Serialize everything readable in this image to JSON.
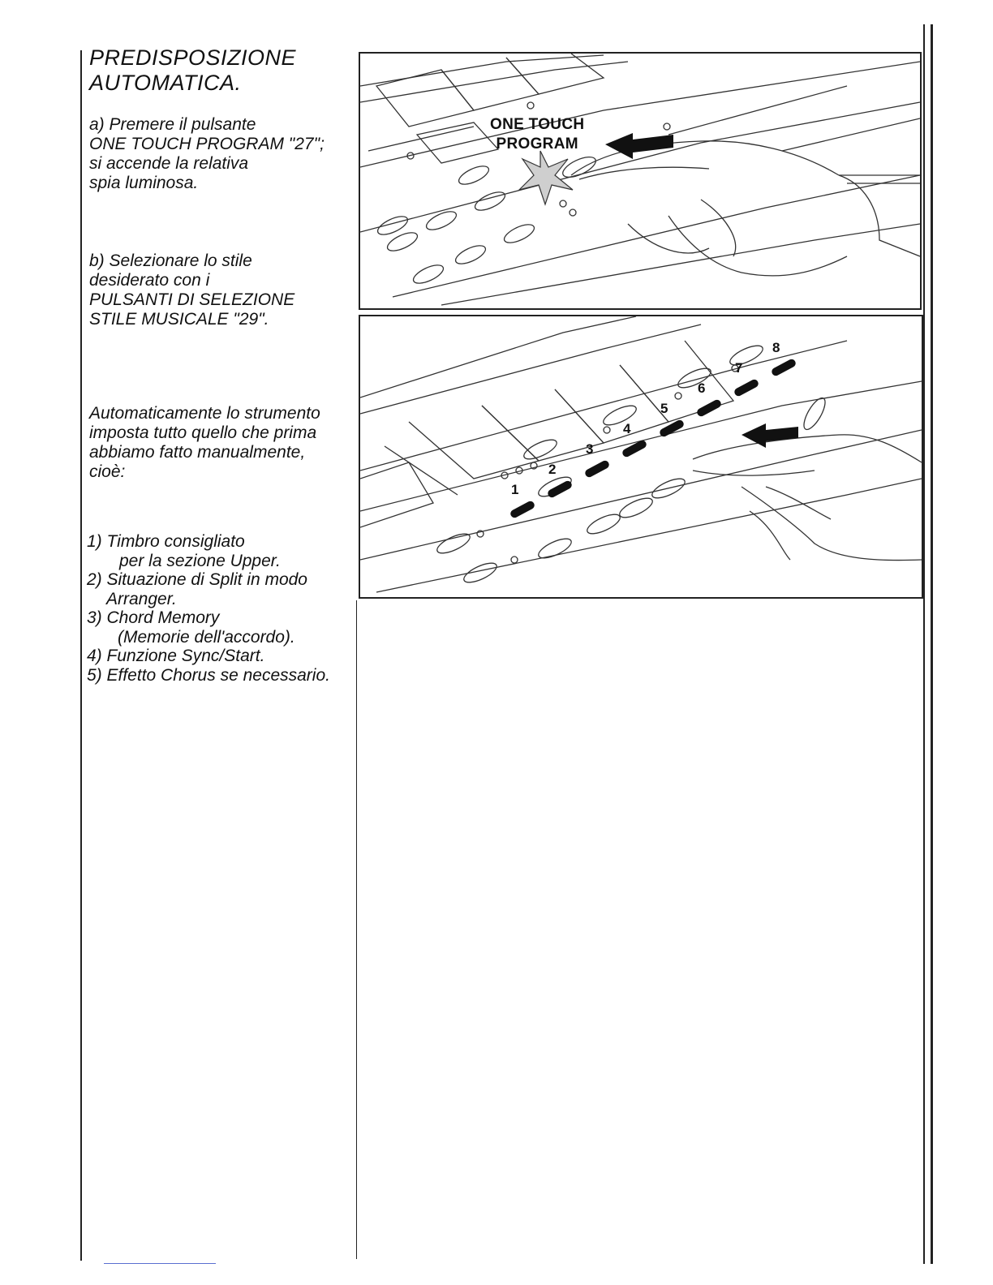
{
  "section": {
    "title_line1": "PREDISPOSIZIONE",
    "title_line2": "AUTOMATICA."
  },
  "step_a": {
    "line1": "a) Premere il pulsante",
    "line2": "ONE TOUCH PROGRAM \"27\";",
    "line3": "si accende la relativa",
    "line4": "spia luminosa."
  },
  "step_b": {
    "line1": "b) Selezionare lo stile",
    "line2": "desiderato con i",
    "line3": "PULSANTI DI SELEZIONE",
    "line4": "STILE MUSICALE \"29\"."
  },
  "auto": {
    "line1": "Automaticamente lo strumento",
    "line2": "imposta tutto quello che prima",
    "line3": "abbiamo fatto manualmente,",
    "line4": "cioè:"
  },
  "list": [
    {
      "line1": "1) Timbro consigliato",
      "line2": "per la sezione Upper."
    },
    {
      "line1": "2) Situazione di Split in modo",
      "line2": "Arranger."
    },
    {
      "line1": "3) Chord Memory",
      "line2": "(Memorie dell'accordo)."
    },
    {
      "line1": "4) Funzione  Sync/Start.",
      "line2": ""
    },
    {
      "line1": "5) Effetto Chorus se necessario.",
      "line2": ""
    }
  ],
  "figure1": {
    "label_line1": "ONE TOUCH",
    "label_line2": "PROGRAM"
  },
  "figure2": {
    "numbers": [
      "1",
      "2",
      "3",
      "4",
      "5",
      "6",
      "7",
      "8"
    ]
  },
  "colors": {
    "ink": "#111111",
    "rule": "#222222",
    "footer_line": "#5a6fd0"
  }
}
